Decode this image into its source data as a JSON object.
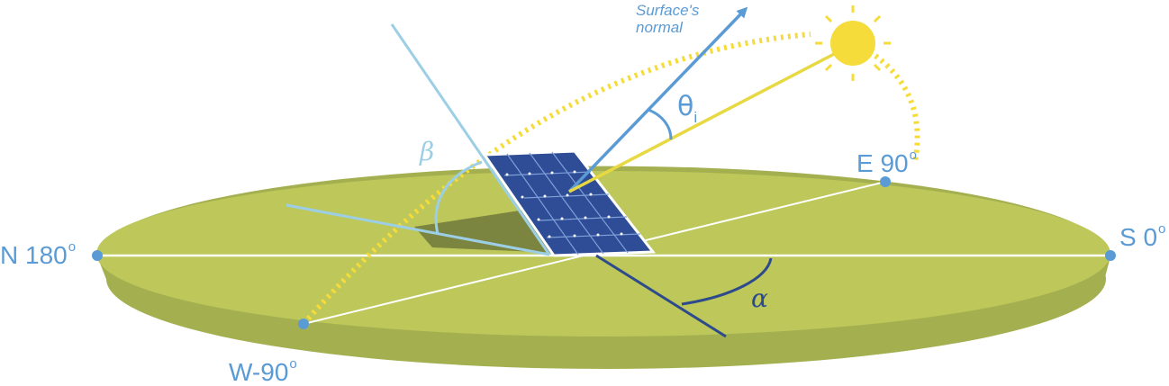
{
  "labels": {
    "north": {
      "text": "N 180",
      "sup": "o"
    },
    "south": {
      "text": "S 0",
      "sup": "o"
    },
    "east": {
      "text": "E 90",
      "sup": "o"
    },
    "west": {
      "text": "W-90",
      "sup": "o"
    },
    "normal_line1": "Surface's",
    "normal_line2": "normal",
    "theta": "θ",
    "theta_sub": "i",
    "beta": "β",
    "alpha": "α"
  },
  "colors": {
    "ground_top": "#bdc75a",
    "ground_side": "#a4b050",
    "panel": "#2e4d96",
    "axis_label": "#5b9bd5",
    "normal": "#5b9bd5",
    "tilt_line": "#9ccfe6",
    "sun": "#f5dc3a",
    "sun_ray": "#e8d842",
    "azimuth": "#2d4a8c",
    "shadow": "#7b8540"
  },
  "icons": {
    "sun": "sun-icon"
  }
}
